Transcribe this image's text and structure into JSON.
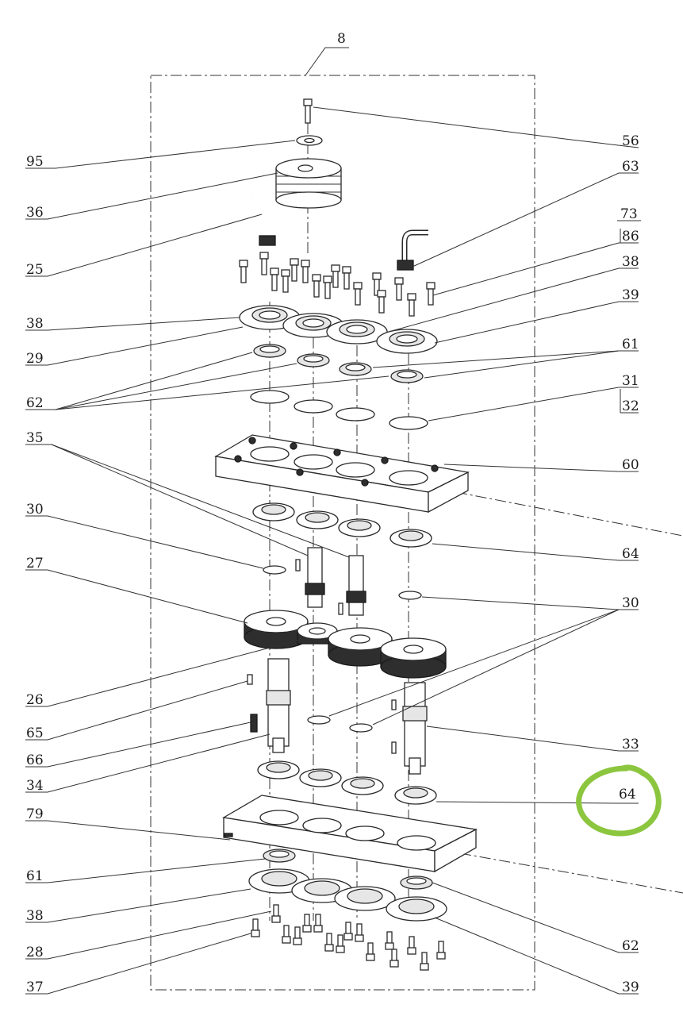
{
  "highlight_color": "#8cc63f",
  "highlighted_label": "64",
  "labels": {
    "l8": "8",
    "l56": "56",
    "l95": "95",
    "l63": "63",
    "l36": "36",
    "l73": "73",
    "l86": "86",
    "l25": "25",
    "l38a": "38",
    "l38b": "38",
    "l39a": "39",
    "l29": "29",
    "l61a": "61",
    "l62a": "62",
    "l31": "31",
    "l32": "32",
    "l35": "35",
    "l60": "60",
    "l30a": "30",
    "l64a": "64",
    "l27": "27",
    "l30b": "30",
    "l26": "26",
    "l65": "65",
    "l66": "66",
    "l33": "33",
    "l34": "34",
    "l64b": "64",
    "l79": "79",
    "l61b": "61",
    "l38c": "38",
    "l28": "28",
    "l62b": "62",
    "l37": "37",
    "l39b": "39"
  }
}
